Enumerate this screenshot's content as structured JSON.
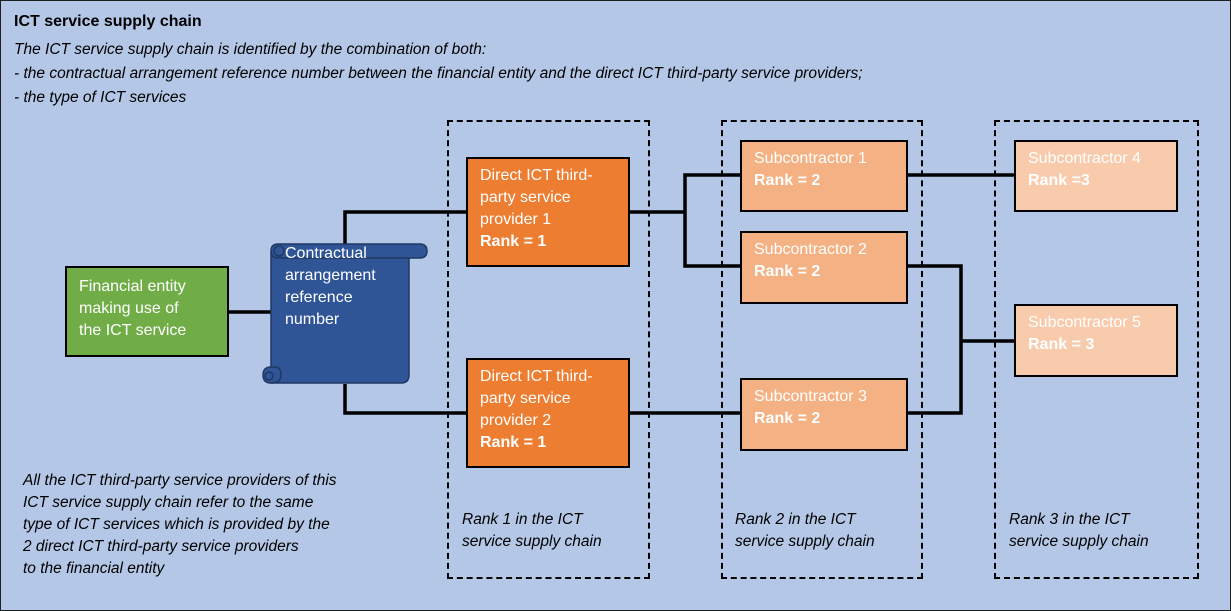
{
  "header": {
    "title": "ICT service supply chain",
    "intro_lines": [
      "The ICT service supply chain is identified by the combination of both:",
      "- the contractual arrangement reference number between the financial entity and the direct ICT third-party service providers;",
      "- the type of ICT services"
    ]
  },
  "nodes": {
    "financial_entity": [
      "Financial entity",
      "making use of",
      "the ICT service"
    ],
    "contract": [
      "Contractual",
      "arrangement",
      "reference",
      "number"
    ],
    "provider1": {
      "lines": [
        "Direct ICT third-",
        "party service",
        "provider 1"
      ],
      "rank": "Rank = 1"
    },
    "provider2": {
      "lines": [
        "Direct ICT third-",
        "party service",
        "provider 2"
      ],
      "rank": "Rank = 1"
    },
    "sub1": {
      "name": "Subcontractor 1",
      "rank": "Rank = 2"
    },
    "sub2": {
      "name": "Subcontractor 2",
      "rank": "Rank = 2"
    },
    "sub3": {
      "name": "Subcontractor 3",
      "rank": "Rank = 2"
    },
    "sub4": {
      "name": "Subcontractor 4",
      "rank": "Rank =3"
    },
    "sub5": {
      "name": "Subcontractor 5",
      "rank": "Rank = 3"
    }
  },
  "rank_labels": {
    "rank1": [
      "Rank 1 in the ICT",
      "service supply chain"
    ],
    "rank2": [
      "Rank 2 in the ICT",
      "service supply chain"
    ],
    "rank3": [
      "Rank 3 in the ICT",
      "service supply chain"
    ]
  },
  "footnote": [
    "All the ICT third-party service providers of this",
    "ICT service supply chain refer to the same",
    "type of ICT services which is provided by the",
    "2 direct ICT third-party service providers",
    "to the financial entity"
  ],
  "colors": {
    "background": "#b4c7e7",
    "financial_entity": "#70ad47",
    "contract": "#2f5597",
    "direct_provider": "#ed7d31",
    "rank2": "#f4b183",
    "rank3": "#f8cbad"
  }
}
